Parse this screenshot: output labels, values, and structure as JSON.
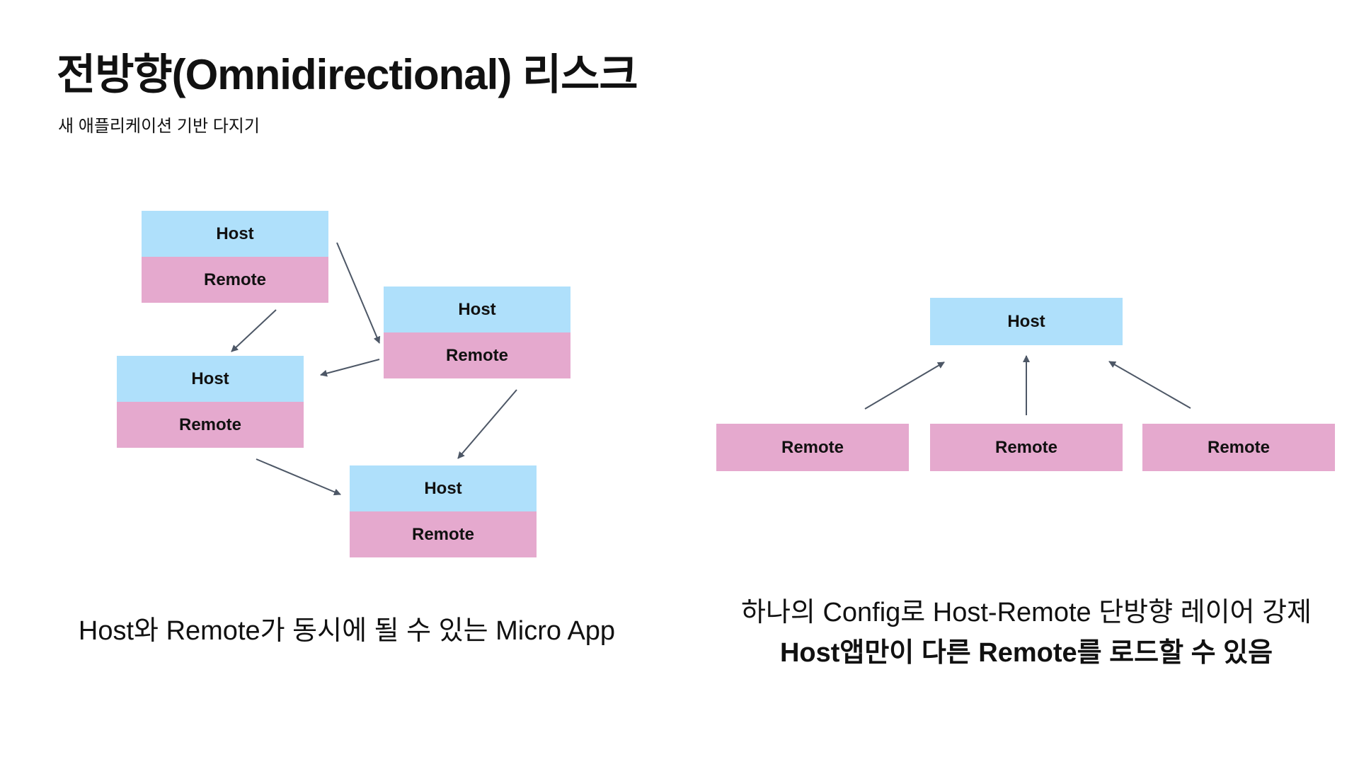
{
  "title": "전방향(Omnidirectional) 리스크",
  "subtitle": "새 애플리케이션 기반 다지기",
  "labels": {
    "host": "Host",
    "remote": "Remote"
  },
  "left_caption": "Host와 Remote가 동시에 될 수 있는 Micro App",
  "right_caption": {
    "line1": "하나의 Config로 Host-Remote 단방향 레이어 강제",
    "line2": "Host앱만이 다른 Remote를 로드할 수 있음"
  },
  "colors": {
    "host": "#afe0fb",
    "remote": "#e5a9ce",
    "arrow": "#4d5766"
  }
}
